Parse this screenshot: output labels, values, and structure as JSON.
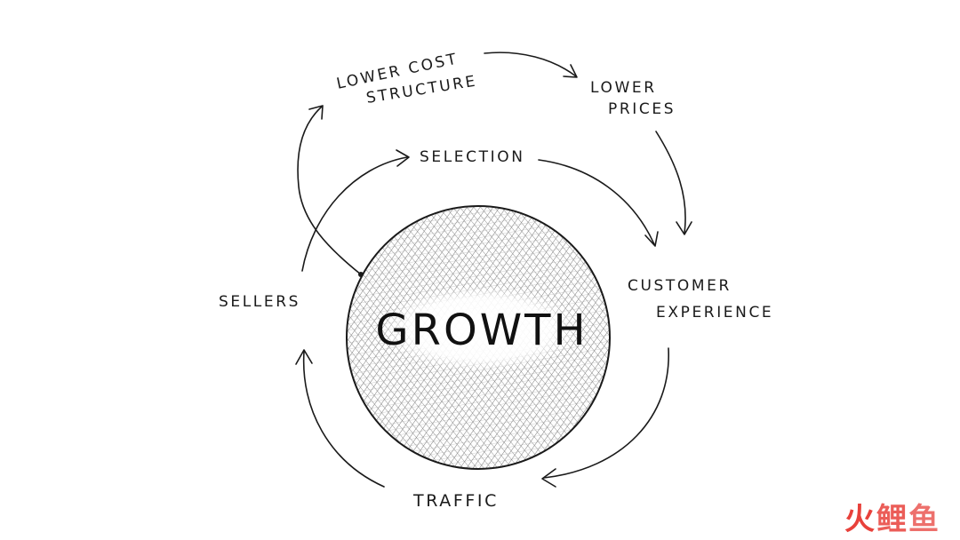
{
  "diagram": {
    "center_label": "GROWTH",
    "nodes": {
      "lower_cost_structure": {
        "line1": "LOWER COST",
        "line2": "STRUCTURE"
      },
      "lower_prices": {
        "line1": "LOWER",
        "line2": "PRICES"
      },
      "selection": {
        "label": "SELECTION"
      },
      "customer_experience": {
        "line1": "CUSTOMER",
        "line2": "EXPERIENCE"
      },
      "sellers": {
        "label": "SELLERS"
      },
      "traffic": {
        "label": "TRAFFIC"
      }
    },
    "edges": [
      {
        "from": "lower cost structure",
        "to": "lower prices"
      },
      {
        "from": "lower prices",
        "to": "customer experience"
      },
      {
        "from": "selection",
        "to": "customer experience"
      },
      {
        "from": "customer experience",
        "to": "traffic"
      },
      {
        "from": "traffic",
        "to": "sellers"
      },
      {
        "from": "sellers",
        "to": "selection"
      },
      {
        "from": "growth",
        "to": "lower cost structure"
      }
    ],
    "colors": {
      "ink": "#1a1a1a",
      "hatch": "#6e6e6e",
      "watermark": "#e8413b"
    }
  },
  "watermark": {
    "char1": "火",
    "char2": "鲤",
    "char3": "鱼"
  }
}
